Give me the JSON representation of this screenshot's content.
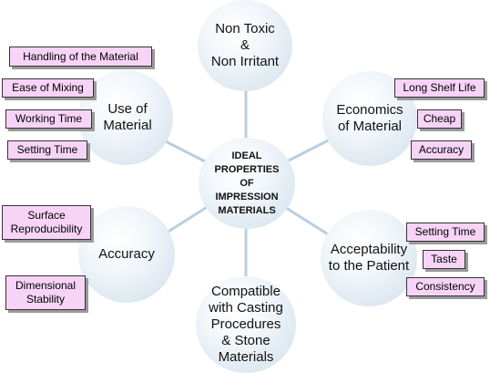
{
  "center": {
    "text": "IDEAL\nPROPERTIES\nOF\nIMPRESSION\nMATERIALS"
  },
  "nodes": {
    "non_toxic": "Non Toxic\n&\nNon Irritant",
    "economics": "Economics\nof Material",
    "acceptability": "Acceptability\nto the Patient",
    "compatible": "Compatible\nwith Casting\nProcedures\n& Stone\nMaterials",
    "accuracy": "Accuracy",
    "use_of_material": "Use of\nMaterial"
  },
  "tags": {
    "use_of_material": [
      "Handling of the Material",
      "Ease of Mixing",
      "Working Time",
      "Setting Time"
    ],
    "economics": [
      "Long Shelf Life",
      "Cheap",
      "Accuracy"
    ],
    "acceptability": [
      "Setting Time",
      "Taste",
      "Consistency"
    ],
    "accuracy": [
      "Surface\nReproducibility",
      "Dimensional\nStability"
    ]
  },
  "colors": {
    "tag_fill": "#f7d4f7",
    "connector": "#b9cfe0"
  }
}
